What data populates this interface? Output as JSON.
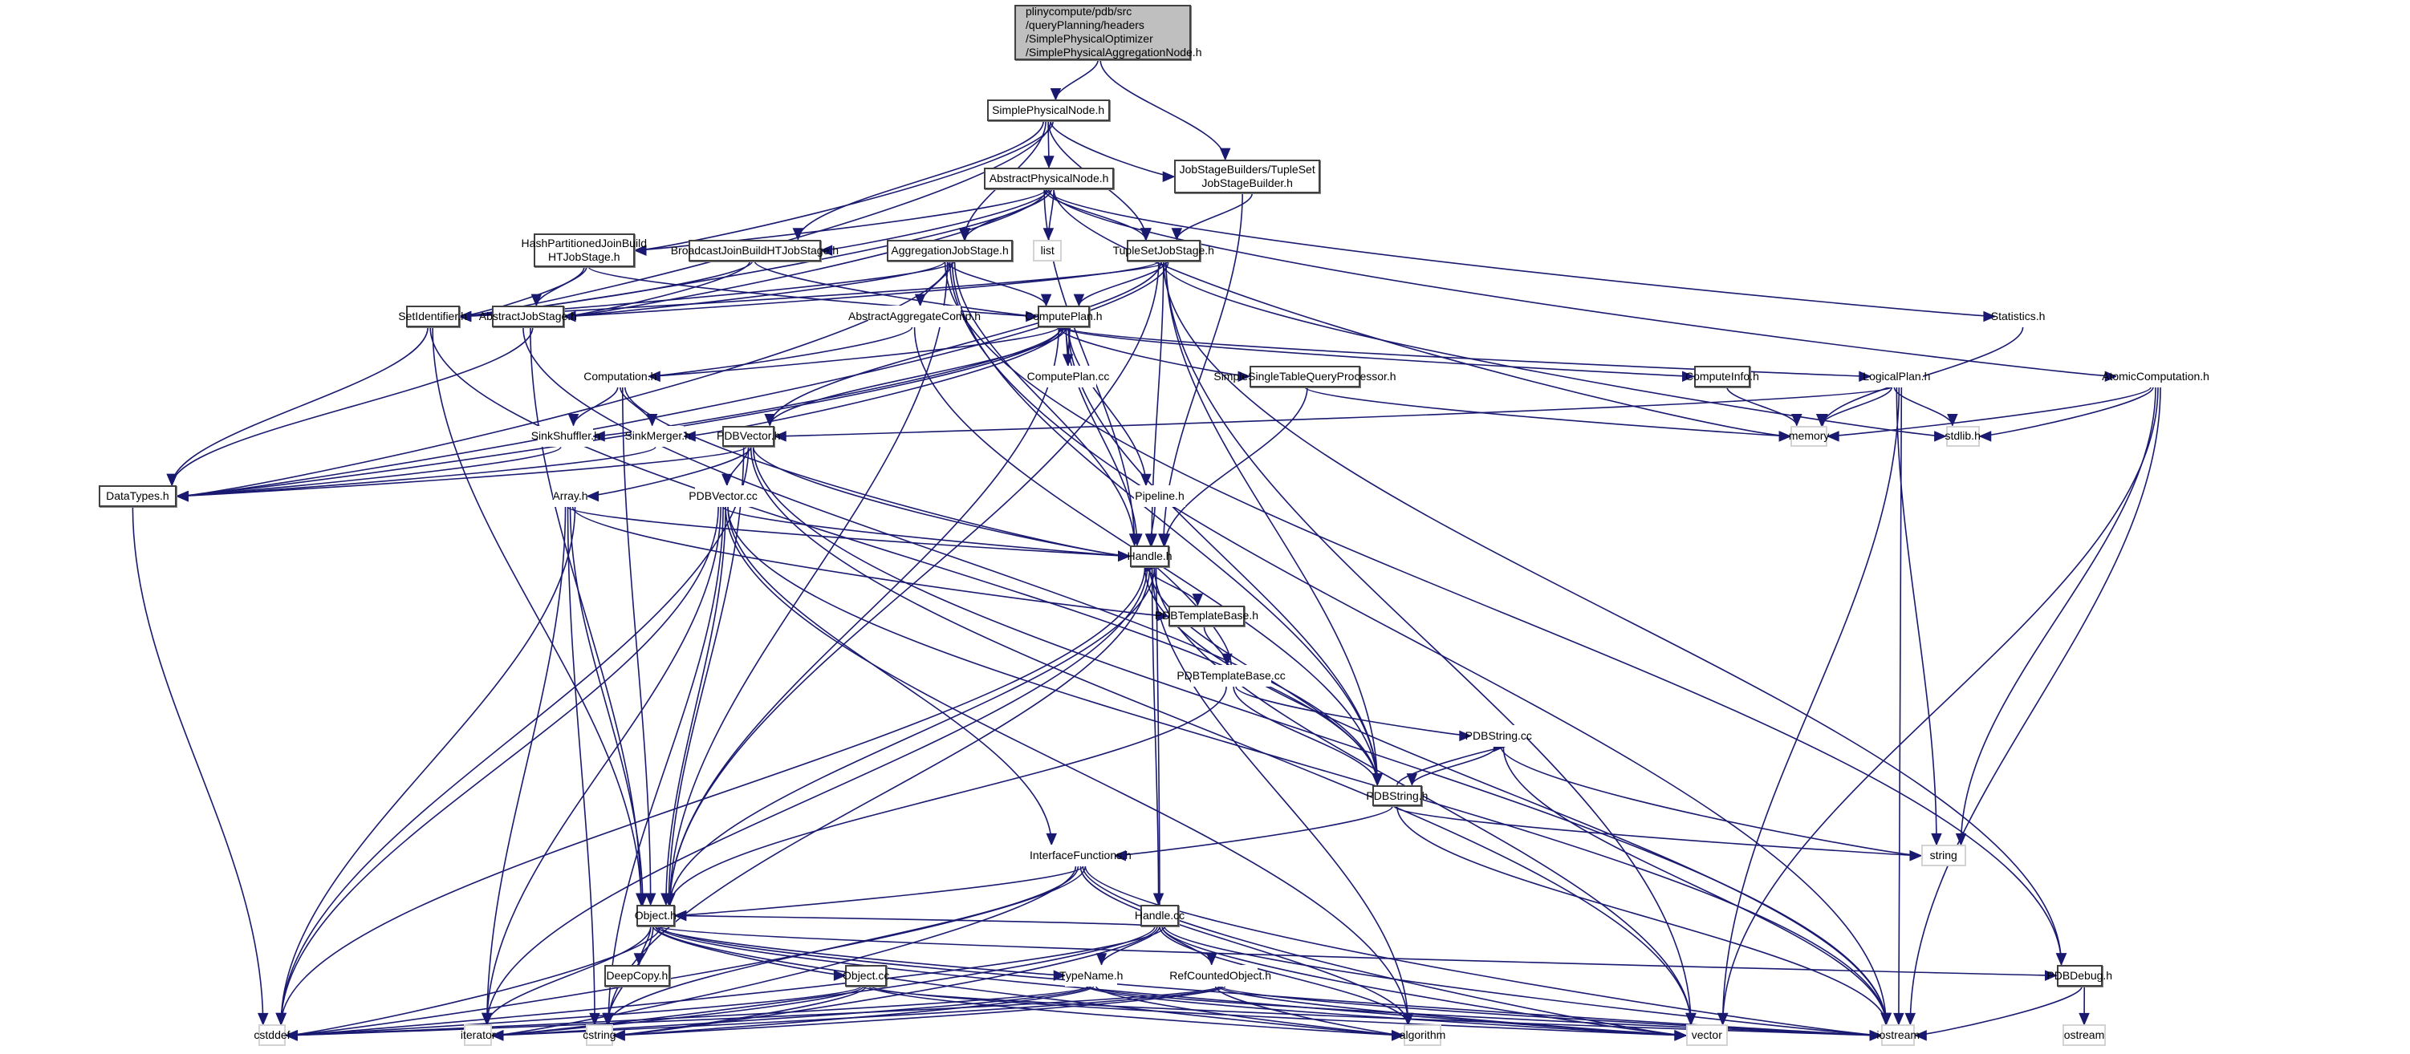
{
  "graph": {
    "title": "plinycompute/pdb/src/queryPlanning/headers/SimplePhysicalOptimizer/SimplePhysicalAggregationNode.h",
    "colors": {
      "edge": "#191970",
      "root_fill": "#bfbfbf",
      "normal_border": "#404040",
      "truncated_border": "#ff0000",
      "system_border": "#d3d3d3"
    },
    "nodes": [
      {
        "id": "root",
        "label": "plinycompute/pdb/src\n/queryPlanning/headers\n/SimplePhysicalOptimizer\n/SimplePhysicalAggregationNode.h",
        "kind": "root"
      },
      {
        "id": "SimplePhysicalNode",
        "label": "SimplePhysicalNode.h",
        "kind": "normal"
      },
      {
        "id": "TupleSetJobStageBuilder",
        "label": "JobStageBuilders/TupleSet\nJobStageBuilder.h",
        "kind": "normal"
      },
      {
        "id": "AbstractPhysicalNode",
        "label": "AbstractPhysicalNode.h",
        "kind": "normal"
      },
      {
        "id": "HashPartitionedJoinBuildHTJobStage",
        "label": "HashPartitionedJoinBuild\nHTJobStage.h",
        "kind": "normal"
      },
      {
        "id": "BroadcastJoinBuildHTJobStage",
        "label": "BroadcastJoinBuildHTJobStage.h",
        "kind": "normal"
      },
      {
        "id": "AggregationJobStage",
        "label": "AggregationJobStage.h",
        "kind": "normal"
      },
      {
        "id": "list",
        "label": "list",
        "kind": "system"
      },
      {
        "id": "TupleSetJobStage",
        "label": "TupleSetJobStage.h",
        "kind": "normal"
      },
      {
        "id": "Statistics",
        "label": "Statistics.h",
        "kind": "truncated"
      },
      {
        "id": "AtomicComputation",
        "label": "AtomicComputation.h",
        "kind": "truncated"
      },
      {
        "id": "SetIdentifier",
        "label": "SetIdentifier.h",
        "kind": "normal"
      },
      {
        "id": "AbstractJobStage",
        "label": "AbstractJobStage.h",
        "kind": "normal"
      },
      {
        "id": "AbstractAggregateComp",
        "label": "AbstractAggregateComp.h",
        "kind": "truncated"
      },
      {
        "id": "ComputePlan",
        "label": "ComputePlan.h",
        "kind": "normal"
      },
      {
        "id": "ComputePlanCC",
        "label": "ComputePlan.cc",
        "kind": "truncated"
      },
      {
        "id": "SimpleSingleTableQueryProcessor",
        "label": "SimpleSingleTableQueryProcessor.h",
        "kind": "normal"
      },
      {
        "id": "ComputeInfo",
        "label": "ComputeInfo.h",
        "kind": "normal"
      },
      {
        "id": "LogicalPlan",
        "label": "LogicalPlan.h",
        "kind": "truncated"
      },
      {
        "id": "memory",
        "label": "memory",
        "kind": "system"
      },
      {
        "id": "stdlib",
        "label": "stdlib.h",
        "kind": "system"
      },
      {
        "id": "Computation",
        "label": "Computation.h",
        "kind": "truncated"
      },
      {
        "id": "SinkShuffler",
        "label": "SinkShuffler.h",
        "kind": "truncated"
      },
      {
        "id": "SinkMerger",
        "label": "SinkMerger.h",
        "kind": "truncated"
      },
      {
        "id": "PDBVector",
        "label": "PDBVector.h",
        "kind": "normal"
      },
      {
        "id": "DataTypes",
        "label": "DataTypes.h",
        "kind": "normal"
      },
      {
        "id": "Array",
        "label": "Array.h",
        "kind": "truncated"
      },
      {
        "id": "PDBVectorCC",
        "label": "PDBVector.cc",
        "kind": "truncated"
      },
      {
        "id": "Pipeline",
        "label": "Pipeline.h",
        "kind": "truncated"
      },
      {
        "id": "Handle",
        "label": "Handle.h",
        "kind": "normal"
      },
      {
        "id": "PDBTemplateBase",
        "label": "PDBTemplateBase.h",
        "kind": "normal"
      },
      {
        "id": "PDBTemplateBaseCC",
        "label": "PDBTemplateBase.cc",
        "kind": "truncated"
      },
      {
        "id": "PDBStringCC",
        "label": "PDBString.cc",
        "kind": "truncated"
      },
      {
        "id": "PDBString",
        "label": "PDBString.h",
        "kind": "normal"
      },
      {
        "id": "string",
        "label": "string",
        "kind": "system"
      },
      {
        "id": "InterfaceFunctions",
        "label": "InterfaceFunctions.h",
        "kind": "truncated"
      },
      {
        "id": "HandleCC",
        "label": "Handle.cc",
        "kind": "normal"
      },
      {
        "id": "Object",
        "label": "Object.h",
        "kind": "normal"
      },
      {
        "id": "DeepCopy",
        "label": "DeepCopy.h",
        "kind": "normal"
      },
      {
        "id": "ObjectCC",
        "label": "Object.cc",
        "kind": "normal"
      },
      {
        "id": "TypeName",
        "label": "TypeName.h",
        "kind": "truncated"
      },
      {
        "id": "RefCountedObject",
        "label": "RefCountedObject.h",
        "kind": "truncated"
      },
      {
        "id": "PDBDebug",
        "label": "PDBDebug.h",
        "kind": "normal"
      },
      {
        "id": "cstddef",
        "label": "cstddef",
        "kind": "system"
      },
      {
        "id": "iterator",
        "label": "iterator",
        "kind": "system"
      },
      {
        "id": "cstring",
        "label": "cstring",
        "kind": "system"
      },
      {
        "id": "algorithm",
        "label": "algorithm",
        "kind": "system"
      },
      {
        "id": "vector",
        "label": "vector",
        "kind": "system"
      },
      {
        "id": "iostream",
        "label": "iostream",
        "kind": "system"
      },
      {
        "id": "ostream",
        "label": "ostream",
        "kind": "system"
      }
    ],
    "edges": [
      [
        "root",
        "SimplePhysicalNode"
      ],
      [
        "root",
        "TupleSetJobStageBuilder"
      ],
      [
        "SimplePhysicalNode",
        "AbstractPhysicalNode"
      ],
      [
        "SimplePhysicalNode",
        "TupleSetJobStageBuilder"
      ],
      [
        "SimplePhysicalNode",
        "HashPartitionedJoinBuildHTJobStage"
      ],
      [
        "SimplePhysicalNode",
        "BroadcastJoinBuildHTJobStage"
      ],
      [
        "SimplePhysicalNode",
        "AggregationJobStage"
      ],
      [
        "SimplePhysicalNode",
        "TupleSetJobStage"
      ],
      [
        "SimplePhysicalNode",
        "SetIdentifier"
      ],
      [
        "TupleSetJobStageBuilder",
        "TupleSetJobStage"
      ],
      [
        "TupleSetJobStageBuilder",
        "Handle"
      ],
      [
        "AbstractPhysicalNode",
        "HashPartitionedJoinBuildHTJobStage"
      ],
      [
        "AbstractPhysicalNode",
        "BroadcastJoinBuildHTJobStage"
      ],
      [
        "AbstractPhysicalNode",
        "AggregationJobStage"
      ],
      [
        "AbstractPhysicalNode",
        "list"
      ],
      [
        "AbstractPhysicalNode",
        "TupleSetJobStage"
      ],
      [
        "AbstractPhysicalNode",
        "Statistics"
      ],
      [
        "AbstractPhysicalNode",
        "AtomicComputation"
      ],
      [
        "AbstractPhysicalNode",
        "SetIdentifier"
      ],
      [
        "AbstractPhysicalNode",
        "memory"
      ],
      [
        "AbstractPhysicalNode",
        "Handle"
      ],
      [
        "AbstractPhysicalNode",
        "AbstractJobStage"
      ],
      [
        "HashPartitionedJoinBuildHTJobStage",
        "AbstractJobStage"
      ],
      [
        "HashPartitionedJoinBuildHTJobStage",
        "SetIdentifier"
      ],
      [
        "HashPartitionedJoinBuildHTJobStage",
        "ComputePlan"
      ],
      [
        "BroadcastJoinBuildHTJobStage",
        "AbstractJobStage"
      ],
      [
        "BroadcastJoinBuildHTJobStage",
        "SetIdentifier"
      ],
      [
        "BroadcastJoinBuildHTJobStage",
        "ComputePlan"
      ],
      [
        "AggregationJobStage",
        "AbstractAggregateComp"
      ],
      [
        "AggregationJobStage",
        "SetIdentifier"
      ],
      [
        "AggregationJobStage",
        "AbstractJobStage"
      ],
      [
        "AggregationJobStage",
        "ComputePlan"
      ],
      [
        "AggregationJobStage",
        "DataTypes"
      ],
      [
        "AggregationJobStage",
        "PDBString"
      ],
      [
        "AggregationJobStage",
        "Handle"
      ],
      [
        "AggregationJobStage",
        "PDBDebug"
      ],
      [
        "AggregationJobStage",
        "Object"
      ],
      [
        "AggregationJobStage",
        "iostream"
      ],
      [
        "TupleSetJobStage",
        "ComputePlan"
      ],
      [
        "TupleSetJobStage",
        "SetIdentifier"
      ],
      [
        "TupleSetJobStage",
        "AbstractJobStage"
      ],
      [
        "TupleSetJobStage",
        "PDBVector"
      ],
      [
        "TupleSetJobStage",
        "Handle"
      ],
      [
        "TupleSetJobStage",
        "PDBString"
      ],
      [
        "TupleSetJobStage",
        "DataTypes"
      ],
      [
        "TupleSetJobStage",
        "Object"
      ],
      [
        "TupleSetJobStage",
        "stdlib"
      ],
      [
        "TupleSetJobStage",
        "PDBDebug"
      ],
      [
        "TupleSetJobStage",
        "vector"
      ],
      [
        "Statistics",
        "memory"
      ],
      [
        "AtomicComputation",
        "memory"
      ],
      [
        "AtomicComputation",
        "stdlib"
      ],
      [
        "AtomicComputation",
        "string"
      ],
      [
        "AtomicComputation",
        "vector"
      ],
      [
        "AtomicComputation",
        "iostream"
      ],
      [
        "SetIdentifier",
        "DataTypes"
      ],
      [
        "SetIdentifier",
        "PDBString"
      ],
      [
        "SetIdentifier",
        "Object"
      ],
      [
        "AbstractJobStage",
        "Object"
      ],
      [
        "AbstractJobStage",
        "DataTypes"
      ],
      [
        "AbstractJobStage",
        "PDBString"
      ],
      [
        "AbstractAggregateComp",
        "Computation"
      ],
      [
        "AbstractAggregateComp",
        "PDBString"
      ],
      [
        "ComputePlan",
        "ComputePlanCC"
      ],
      [
        "ComputePlanCC",
        "ComputePlan"
      ],
      [
        "ComputePlan",
        "Computation"
      ],
      [
        "ComputePlan",
        "SinkShuffler"
      ],
      [
        "ComputePlan",
        "SinkMerger"
      ],
      [
        "ComputePlan",
        "PDBVector"
      ],
      [
        "ComputePlan",
        "Pipeline"
      ],
      [
        "ComputePlan",
        "SimpleSingleTableQueryProcessor"
      ],
      [
        "ComputePlan",
        "ComputeInfo"
      ],
      [
        "ComputePlan",
        "LogicalPlan"
      ],
      [
        "ComputePlan",
        "Handle"
      ],
      [
        "ComputePlan",
        "PDBString"
      ],
      [
        "ComputePlan",
        "Object"
      ],
      [
        "ComputePlan",
        "DataTypes"
      ],
      [
        "SimpleSingleTableQueryProcessor",
        "memory"
      ],
      [
        "SimpleSingleTableQueryProcessor",
        "Handle"
      ],
      [
        "ComputeInfo",
        "memory"
      ],
      [
        "LogicalPlan",
        "memory"
      ],
      [
        "LogicalPlan",
        "stdlib"
      ],
      [
        "LogicalPlan",
        "string"
      ],
      [
        "LogicalPlan",
        "vector"
      ],
      [
        "LogicalPlan",
        "iostream"
      ],
      [
        "LogicalPlan",
        "PDBVector"
      ],
      [
        "Computation",
        "SinkShuffler"
      ],
      [
        "Computation",
        "SinkMerger"
      ],
      [
        "Computation",
        "Object"
      ],
      [
        "Computation",
        "Handle"
      ],
      [
        "SinkShuffler",
        "DataTypes"
      ],
      [
        "SinkMerger",
        "DataTypes"
      ],
      [
        "PDBVector",
        "PDBVectorCC"
      ],
      [
        "PDBVector",
        "Array"
      ],
      [
        "PDBVector",
        "Handle"
      ],
      [
        "PDBVector",
        "Object"
      ],
      [
        "PDBVector",
        "DataTypes"
      ],
      [
        "PDBVector",
        "cstddef"
      ],
      [
        "PDBVector",
        "vector"
      ],
      [
        "PDBVector",
        "iostream"
      ],
      [
        "DataTypes",
        "cstddef"
      ],
      [
        "Array",
        "Handle"
      ],
      [
        "Array",
        "Object"
      ],
      [
        "Array",
        "PDBTemplateBase"
      ],
      [
        "Array",
        "cstddef"
      ],
      [
        "Array",
        "iterator"
      ],
      [
        "Array",
        "cstring"
      ],
      [
        "PDBVectorCC",
        "Handle"
      ],
      [
        "PDBVectorCC",
        "Object"
      ],
      [
        "PDBVectorCC",
        "InterfaceFunctions"
      ],
      [
        "PDBVectorCC",
        "cstddef"
      ],
      [
        "PDBVectorCC",
        "iterator"
      ],
      [
        "PDBVectorCC",
        "cstring"
      ],
      [
        "PDBVectorCC",
        "algorithm"
      ],
      [
        "PDBVectorCC",
        "iostream"
      ],
      [
        "Pipeline",
        "Handle"
      ],
      [
        "Handle",
        "PDBTemplateBase"
      ],
      [
        "Handle",
        "PDBString"
      ],
      [
        "Handle",
        "HandleCC"
      ],
      [
        "Handle",
        "Object"
      ],
      [
        "Handle",
        "cstddef"
      ],
      [
        "Handle",
        "iterator"
      ],
      [
        "Handle",
        "cstring"
      ],
      [
        "Handle",
        "algorithm"
      ],
      [
        "Handle",
        "vector"
      ],
      [
        "Handle",
        "iostream"
      ],
      [
        "PDBTemplateBase",
        "PDBTemplateBaseCC"
      ],
      [
        "PDBTemplateBaseCC",
        "Handle"
      ],
      [
        "PDBTemplateBaseCC",
        "PDBString"
      ],
      [
        "PDBTemplateBaseCC",
        "PDBStringCC"
      ],
      [
        "PDBTemplateBaseCC",
        "Object"
      ],
      [
        "PDBStringCC",
        "PDBString"
      ],
      [
        "PDBString",
        "PDBStringCC"
      ],
      [
        "PDBStringCC",
        "string"
      ],
      [
        "PDBStringCC",
        "iostream"
      ],
      [
        "PDBString",
        "InterfaceFunctions"
      ],
      [
        "PDBString",
        "string"
      ],
      [
        "PDBString",
        "iostream"
      ],
      [
        "InterfaceFunctions",
        "Object"
      ],
      [
        "InterfaceFunctions",
        "cstddef"
      ],
      [
        "InterfaceFunctions",
        "iterator"
      ],
      [
        "InterfaceFunctions",
        "cstring"
      ],
      [
        "InterfaceFunctions",
        "algorithm"
      ],
      [
        "InterfaceFunctions",
        "vector"
      ],
      [
        "InterfaceFunctions",
        "iostream"
      ],
      [
        "HandleCC",
        "Handle"
      ],
      [
        "HandleCC",
        "Object"
      ],
      [
        "HandleCC",
        "TypeName"
      ],
      [
        "HandleCC",
        "RefCountedObject"
      ],
      [
        "HandleCC",
        "cstddef"
      ],
      [
        "HandleCC",
        "iterator"
      ],
      [
        "HandleCC",
        "cstring"
      ],
      [
        "HandleCC",
        "algorithm"
      ],
      [
        "HandleCC",
        "vector"
      ],
      [
        "HandleCC",
        "iostream"
      ],
      [
        "Object",
        "DeepCopy"
      ],
      [
        "Object",
        "ObjectCC"
      ],
      [
        "Object",
        "TypeName"
      ],
      [
        "Object",
        "PDBDebug"
      ],
      [
        "Object",
        "cstddef"
      ],
      [
        "Object",
        "iterator"
      ],
      [
        "Object",
        "cstring"
      ],
      [
        "Object",
        "algorithm"
      ],
      [
        "Object",
        "vector"
      ],
      [
        "Object",
        "iostream"
      ],
      [
        "ObjectCC",
        "cstddef"
      ],
      [
        "ObjectCC",
        "iterator"
      ],
      [
        "ObjectCC",
        "cstring"
      ],
      [
        "ObjectCC",
        "algorithm"
      ],
      [
        "ObjectCC",
        "vector"
      ],
      [
        "ObjectCC",
        "iostream"
      ],
      [
        "TypeName",
        "cstddef"
      ],
      [
        "TypeName",
        "iterator"
      ],
      [
        "TypeName",
        "cstring"
      ],
      [
        "TypeName",
        "algorithm"
      ],
      [
        "TypeName",
        "vector"
      ],
      [
        "TypeName",
        "iostream"
      ],
      [
        "RefCountedObject",
        "cstddef"
      ],
      [
        "RefCountedObject",
        "iterator"
      ],
      [
        "RefCountedObject",
        "cstring"
      ],
      [
        "RefCountedObject",
        "algorithm"
      ],
      [
        "RefCountedObject",
        "vector"
      ],
      [
        "RefCountedObject",
        "iostream"
      ],
      [
        "PDBDebug",
        "iostream"
      ],
      [
        "PDBDebug",
        "ostream"
      ]
    ]
  }
}
